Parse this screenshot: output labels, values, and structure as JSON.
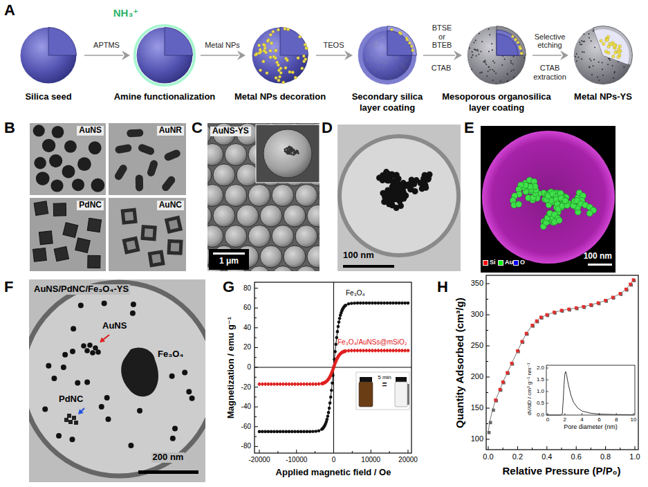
{
  "diagram": {
    "nodes": [
      {
        "text": [
          "Silica seed"
        ]
      },
      {
        "text": [
          "Amine functionalization"
        ]
      },
      {
        "text": [
          "Metal NPs decoration"
        ]
      },
      {
        "text": [
          "Secondary silica layer coating"
        ]
      },
      {
        "text": [
          "Mesoporous organosilica layer coating"
        ]
      },
      {
        "text": [
          "Metal NPs-YS"
        ]
      }
    ],
    "edges": [
      {
        "from": 0,
        "to": 1,
        "arrow": "to",
        "label": "APTMS"
      },
      {
        "from": 1,
        "to": 2,
        "arrow": "to",
        "label": "Metal NPs"
      },
      {
        "from": 2,
        "to": 3,
        "arrow": "to",
        "label": "TEOS"
      },
      {
        "from": 3,
        "to": 4,
        "arrow": "to",
        "label": "BTSE or BTEB"
      },
      {
        "from": 4,
        "to": 5,
        "arrow": "to",
        "label": "Selective etching"
      }
    ],
    "labels": [
      "A",
      "NH₃⁺",
      "CTAB",
      "CTAB extraction",
      "B",
      "AuNS",
      "AuNR",
      "PdNC",
      "AuNC",
      "C",
      "AuNS-YS",
      "1 μm",
      "D",
      "100 nm",
      "E",
      "100 nm",
      "F",
      "AuNS/PdNC/Fe₃O₄-YS",
      "AuNS",
      "PdNC",
      "Fe₃O₄",
      "200 nm",
      "G",
      "Magnetization / emu g⁻¹",
      "80",
      "60",
      "40",
      "20",
      "0",
      "-20",
      "-40",
      "-60",
      "-80",
      "-20000",
      "-10000",
      "0",
      "10000",
      "20000",
      "Applied magnetic field / Oe",
      "Fe₃O₄",
      "Fe₃O₄/AuNSs@mSiO₂",
      "5 min",
      "=",
      "H",
      "Quantity Adsorbed (cm³/g)",
      "350",
      "300",
      "250",
      "200",
      "150",
      "100",
      "0.0",
      "0.2",
      "0.4",
      "0.6",
      "0.8",
      "1.0",
      "Relative Pressure (P/P₀)",
      "dV/dD / cm³ g⁻¹ nm⁻¹",
      "2.0",
      "1.5",
      "1.0",
      "0.5",
      "0.0",
      "0",
      "2",
      "4",
      "6",
      "8",
      "10",
      "Pore diameter (nm)"
    ],
    "legend": [
      {
        "text": "Si",
        "color": "#ff0000"
      },
      {
        "text": "Au",
        "color": "#00ff00"
      },
      {
        "text": "O",
        "color": "#0000ff"
      }
    ]
  }
}
